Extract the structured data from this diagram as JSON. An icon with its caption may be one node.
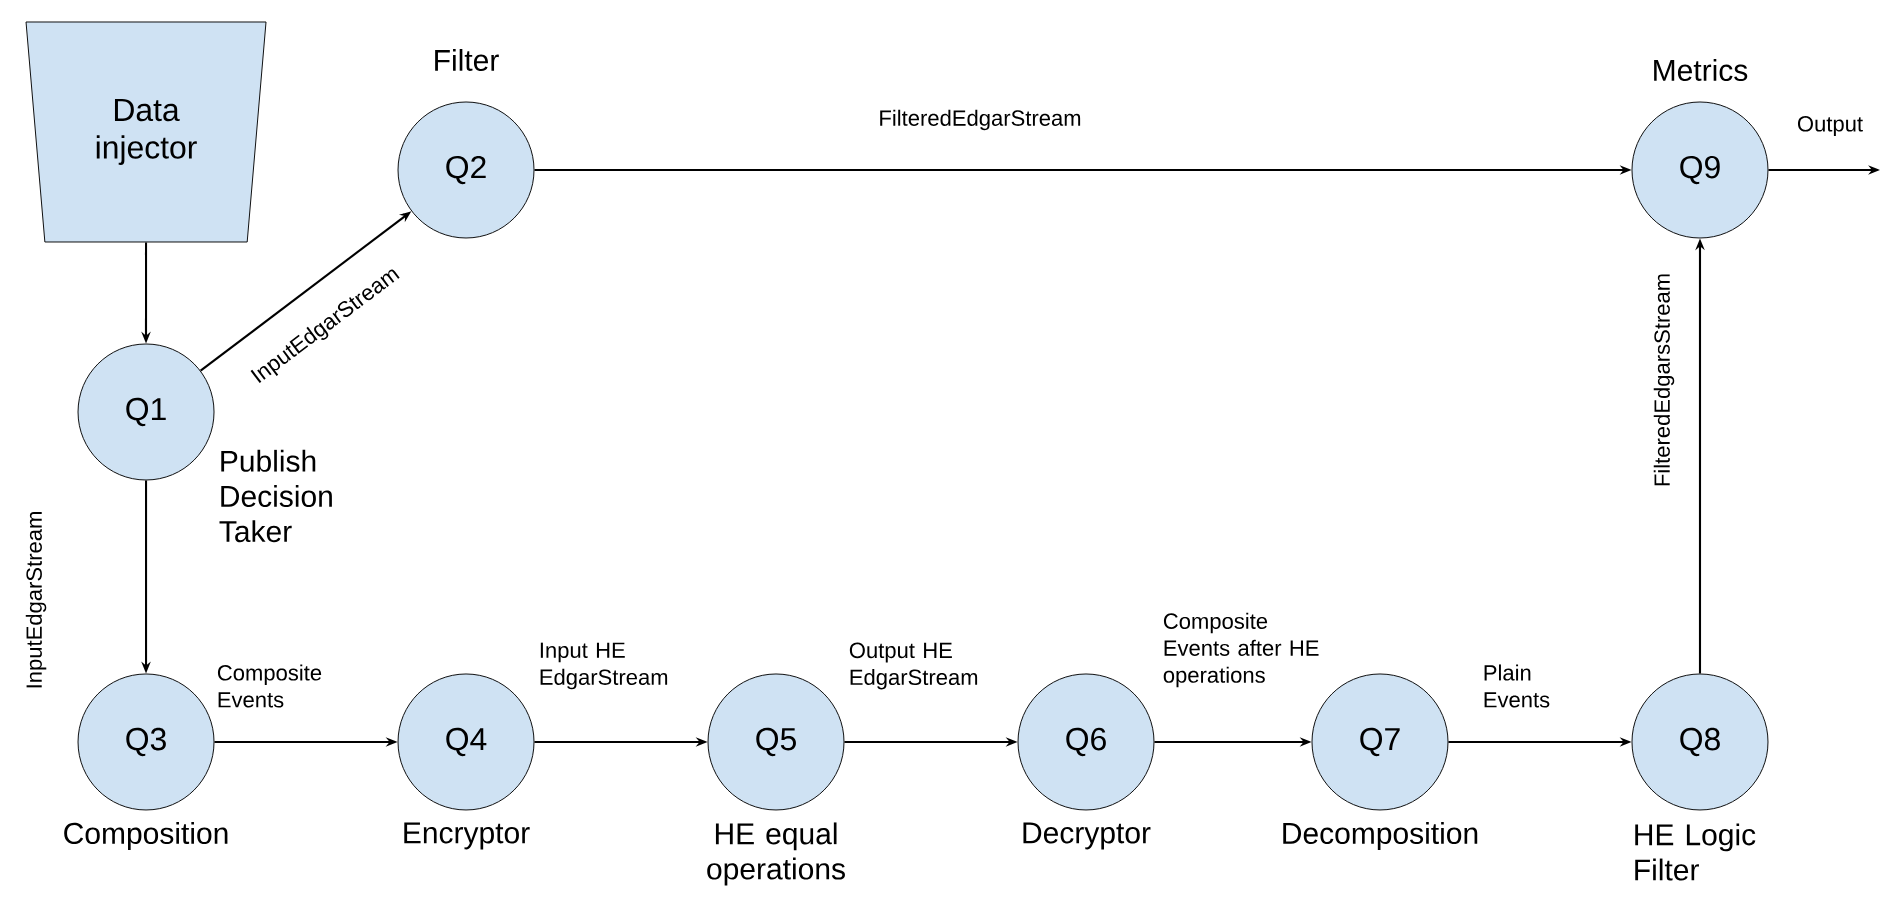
{
  "diagram": {
    "nodes": [
      {
        "text": [
          "Data injector"
        ]
      },
      {
        "text": [
          "Q1"
        ],
        "beside": [
          "Publish Decision Taker"
        ]
      },
      {
        "text": [
          "Q2"
        ],
        "beside": [
          "Filter"
        ]
      },
      {
        "text": [
          "Q3"
        ],
        "beside": [
          "Composition"
        ]
      },
      {
        "text": [
          "Q4"
        ],
        "beside": [
          "Encryptor"
        ]
      },
      {
        "text": [
          "Q5"
        ],
        "beside": [
          "HE equal operations"
        ]
      },
      {
        "text": [
          "Q6"
        ],
        "beside": [
          "Decryptor"
        ]
      },
      {
        "text": [
          "Q7"
        ],
        "beside": [
          "Decomposition"
        ]
      },
      {
        "text": [
          "Q8"
        ],
        "beside": [
          "HE Logic Filter"
        ]
      },
      {
        "text": [
          "Q9"
        ],
        "beside": [
          "Metrics"
        ]
      }
    ],
    "edges": [
      {
        "from": 0,
        "to": 1,
        "arrow": "to"
      },
      {
        "from": 1,
        "to": 2,
        "arrow": "to",
        "label": "InputEdgarStream"
      },
      {
        "from": 2,
        "to": 9,
        "arrow": "to",
        "label": "FilteredEdgarStream"
      },
      {
        "from": 1,
        "to": 3,
        "arrow": "to",
        "label": "InputEdgarStream"
      },
      {
        "from": 3,
        "to": 4,
        "arrow": "to",
        "label": "Composite Events"
      },
      {
        "from": 4,
        "to": 5,
        "arrow": "to",
        "label": "Input HE EdgarStream"
      },
      {
        "from": 5,
        "to": 6,
        "arrow": "to",
        "label": "Output HE EdgarStream"
      },
      {
        "from": 6,
        "to": 7,
        "arrow": "to",
        "label": "Composite Events after HE operations"
      },
      {
        "from": 7,
        "to": 8,
        "arrow": "to",
        "label": "Plain Events"
      },
      {
        "from": 8,
        "to": 9,
        "arrow": "to",
        "label": "FilteredEdgarsStream"
      },
      {
        "from": 9,
        "to": null,
        "arrow": "to",
        "label": "Output"
      }
    ]
  }
}
